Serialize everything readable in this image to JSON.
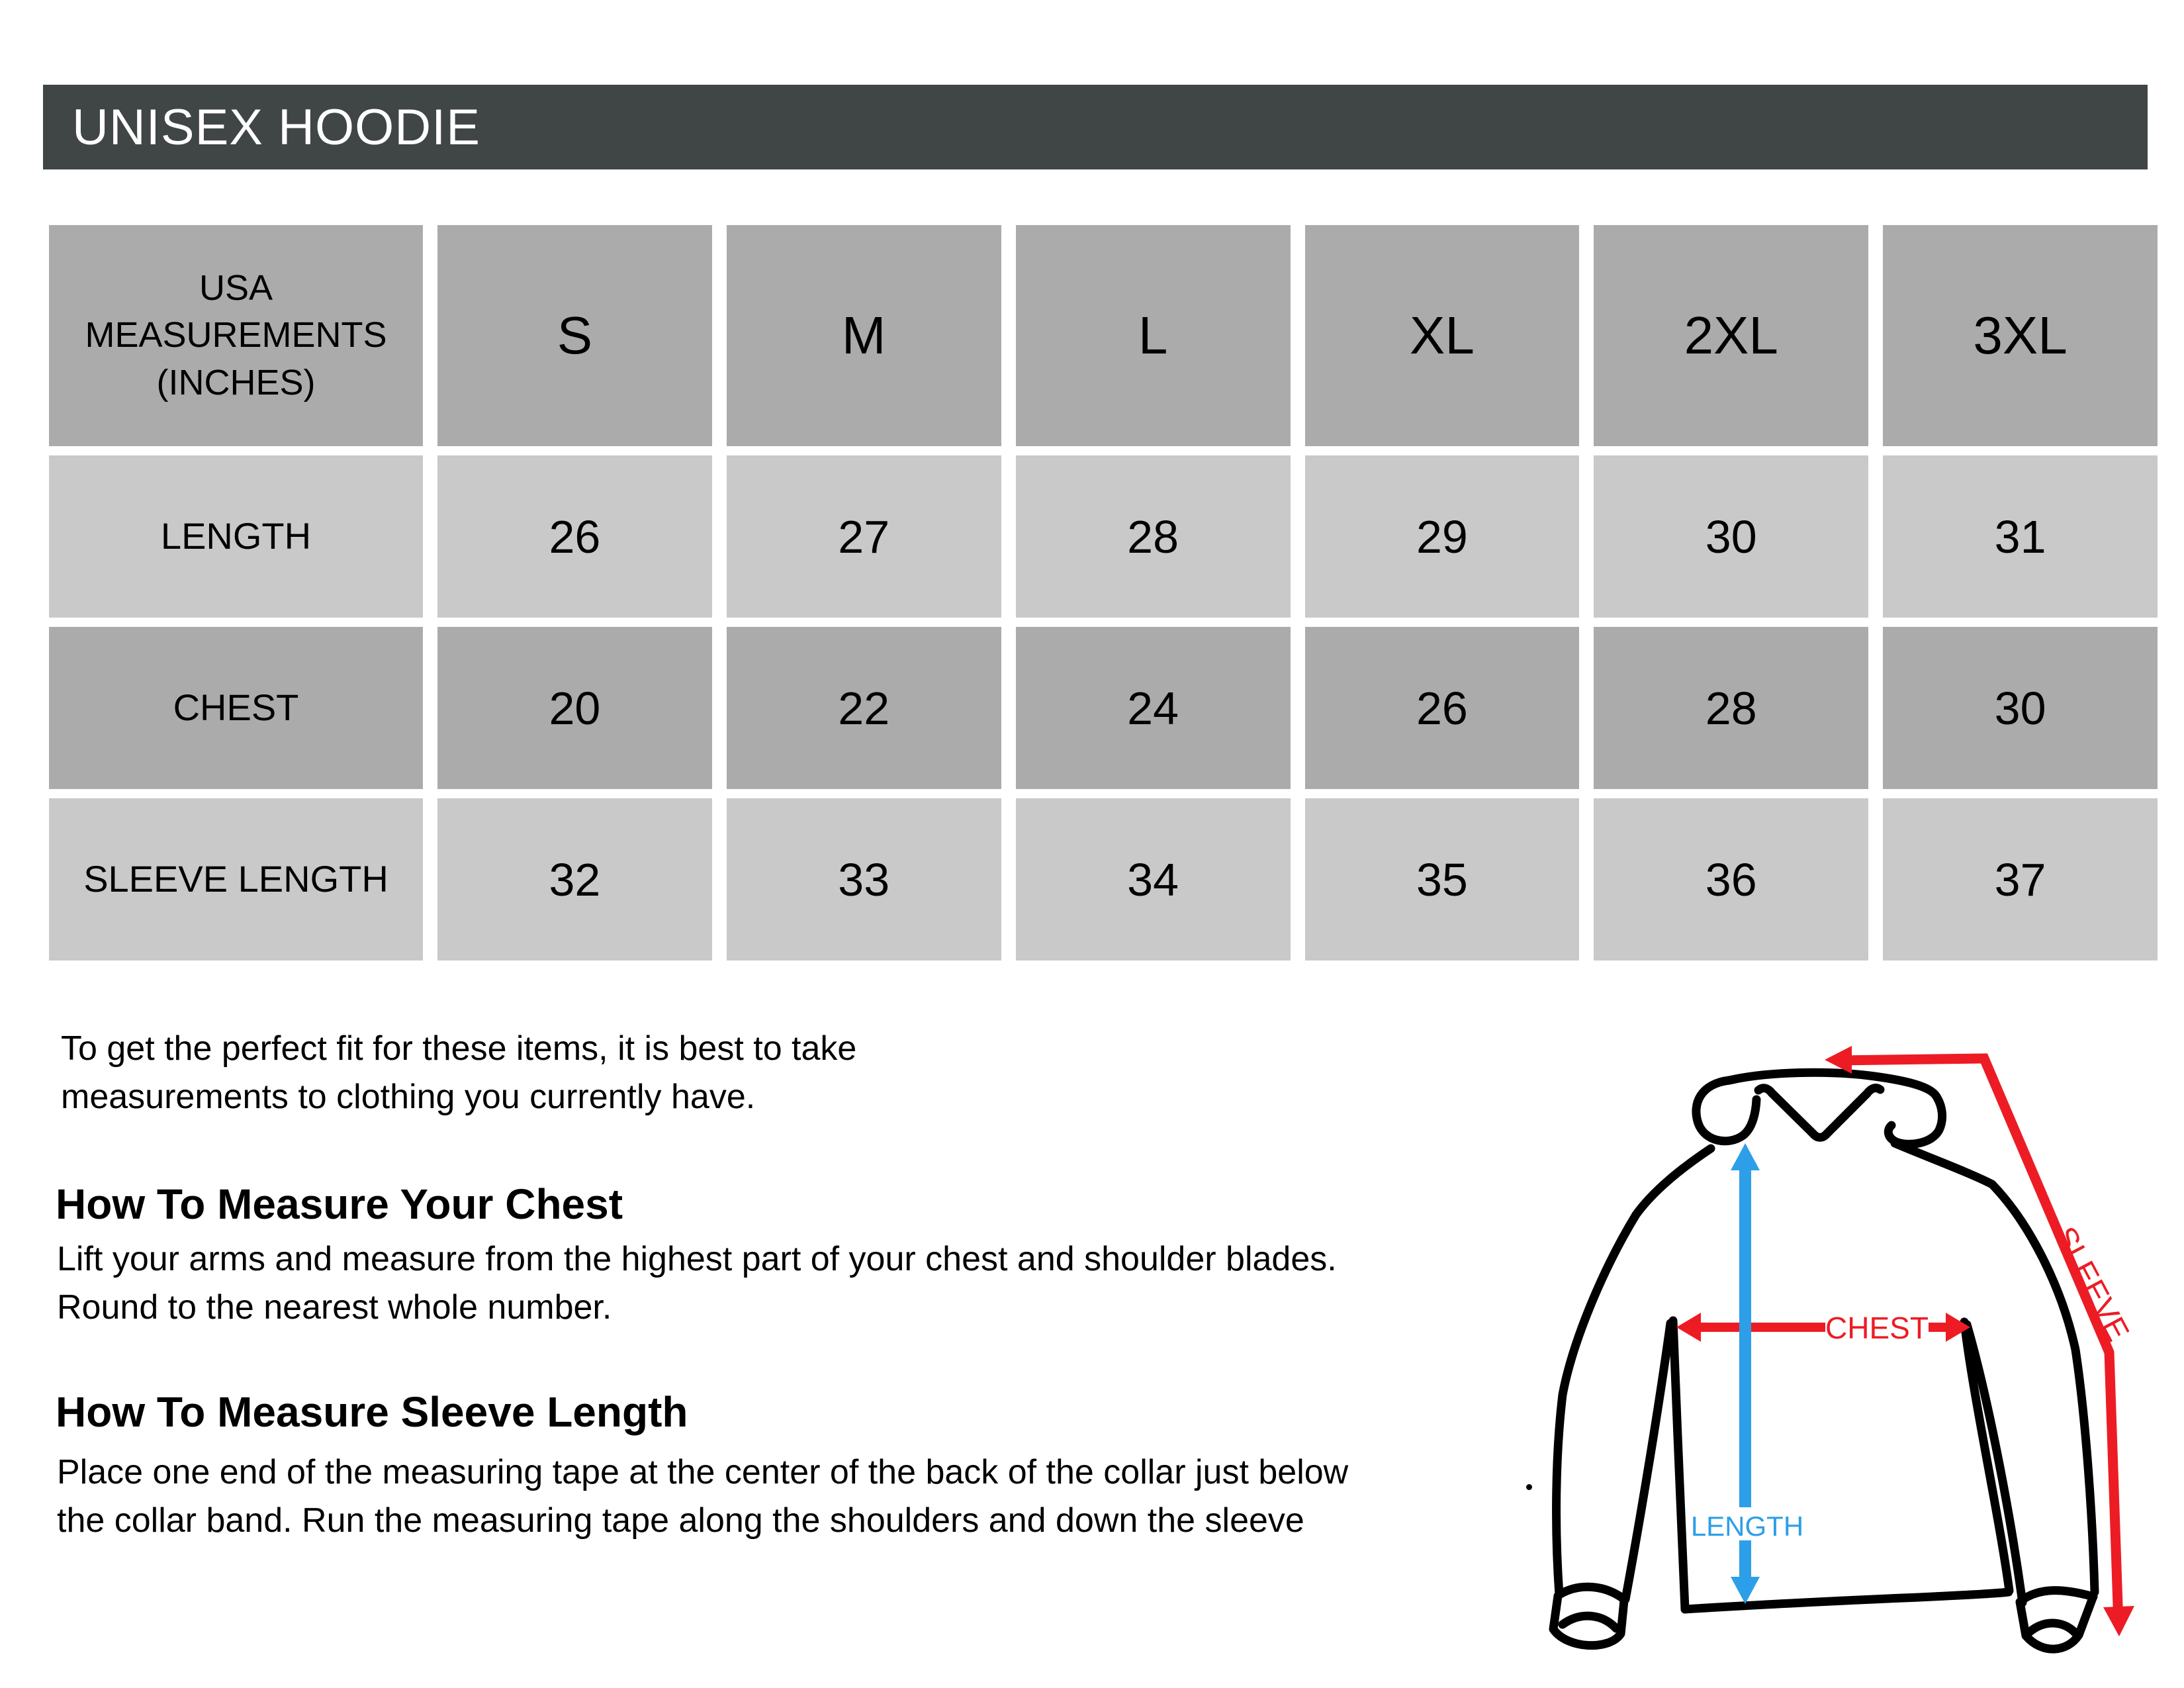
{
  "colors": {
    "title_bar_bg": "#404546",
    "title_text": "#FFFFFF",
    "cell_dark": "#ABABAB",
    "cell_light": "#C9C9C9",
    "arrow_red": "#ED1C24",
    "arrow_blue": "#2D9FE8",
    "outline": "#000000",
    "body_text": "#000000"
  },
  "title_bar": {
    "label": "UNISEX HOODIE"
  },
  "size_table": {
    "header_col": "USA MEASUREMENTS (INCHES)",
    "sizes": [
      "S",
      "M",
      "L",
      "XL",
      "2XL",
      "3XL"
    ],
    "rows": [
      {
        "label": "LENGTH",
        "values": [
          "26",
          "27",
          "28",
          "29",
          "30",
          "31"
        ]
      },
      {
        "label": "CHEST",
        "values": [
          "20",
          "22",
          "24",
          "26",
          "28",
          "30"
        ]
      },
      {
        "label": "SLEEVE LENGTH",
        "values": [
          "32",
          "33",
          "34",
          "35",
          "36",
          "37"
        ]
      }
    ]
  },
  "intro": {
    "line1": "To get the perfect fit for these items, it is best to take",
    "line2": "measurements to clothing you currently have."
  },
  "chest_section": {
    "heading": "How To Measure Your Chest",
    "line1": "Lift your arms and measure from the highest part of your chest and shoulder blades.",
    "line2": "Round to the nearest whole number."
  },
  "sleeve_section": {
    "heading": "How To Measure Sleeve Length",
    "line1": "Place one end of the measuring tape at the center of the back of the collar just below",
    "line2": "the collar band. Run the measuring tape along the shoulders and down the sleeve"
  },
  "diagram": {
    "sleeve_label": "SLEEVE",
    "chest_label": "CHEST",
    "length_label": "LENGTH"
  },
  "chart_data": {
    "type": "table",
    "title": "UNISEX HOODIE",
    "unit": "USA MEASUREMENTS (INCHES)",
    "columns": [
      "S",
      "M",
      "L",
      "XL",
      "2XL",
      "3XL"
    ],
    "rows": [
      {
        "label": "LENGTH",
        "values": [
          26,
          27,
          28,
          29,
          30,
          31
        ]
      },
      {
        "label": "CHEST",
        "values": [
          20,
          22,
          24,
          26,
          28,
          30
        ]
      },
      {
        "label": "SLEEVE LENGTH",
        "values": [
          32,
          33,
          34,
          35,
          36,
          37
        ]
      }
    ]
  }
}
